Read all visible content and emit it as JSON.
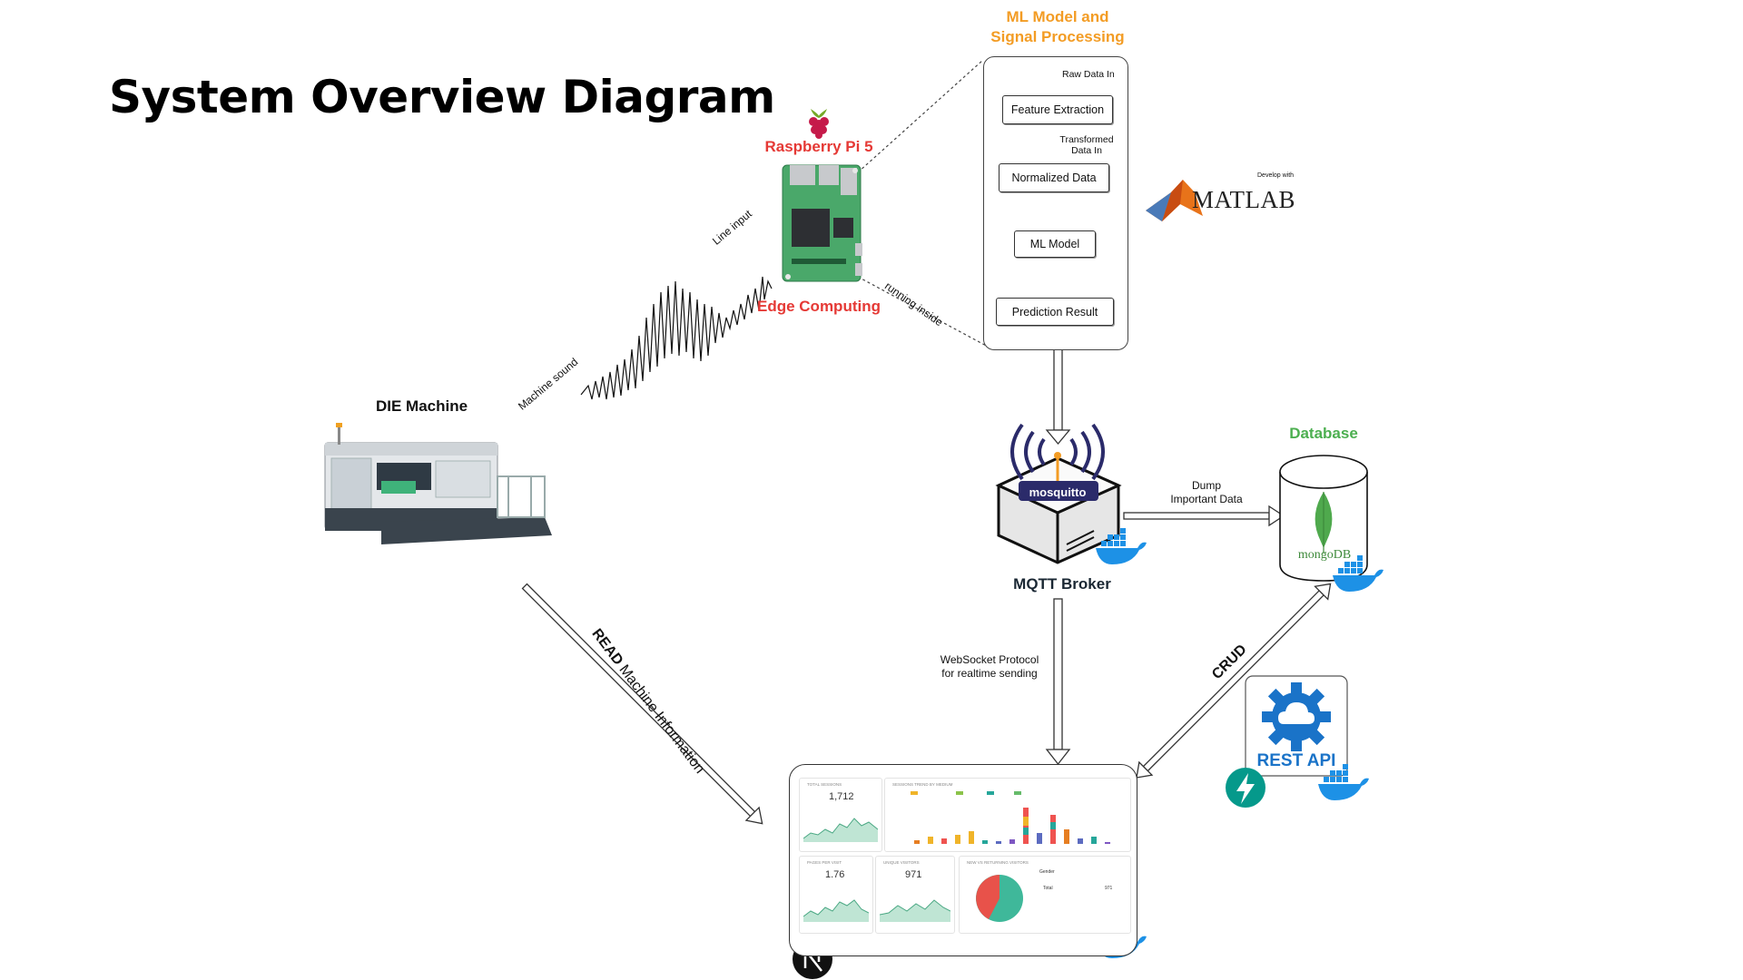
{
  "title": "System Overview Diagram",
  "ml_panel": {
    "heading_line1": "ML Model and",
    "heading_line2": "Signal Processing",
    "raw_data_in": "Raw Data In",
    "feature_extraction": "Feature Extraction",
    "transformed_line1": "Transformed",
    "transformed_line2": "Data In",
    "normalized_data": "Normalized Data",
    "ml_model": "ML Model",
    "prediction_result": "Prediction Result"
  },
  "matlab": {
    "caption": "Develop with",
    "wordmark": "MATLAB"
  },
  "raspberry": {
    "name": "Raspberry Pi 5",
    "role": "Edge Computing"
  },
  "edges": {
    "line_input": "Line input",
    "machine_sound": "Machine sound",
    "running_inside": "running inside",
    "dump_line1": "Dump",
    "dump_line2": "Important Data",
    "websocket_line1": "WebSocket Protocol",
    "websocket_line2": "for realtime sending",
    "crud": "CRUD",
    "read_bold": "READ",
    "read_rest": " Machine Information"
  },
  "die_machine": {
    "label": "DIE Machine"
  },
  "mqtt": {
    "logo_text": "mosquitto",
    "label": "MQTT Broker"
  },
  "database": {
    "label": "Database",
    "logo_text": "mongoDB"
  },
  "rest_api": {
    "label": "REST API"
  },
  "dashboard": {
    "card1": {
      "label": "Total Sessions",
      "value": "1,712"
    },
    "card2": {
      "label": "Sessions Trend by Medium"
    },
    "card3": {
      "label": "Pages per Visit",
      "value": "1.76"
    },
    "card4": {
      "label": "Unique Visitors",
      "value": "971"
    },
    "card5": {
      "label": "New vs Returning Visitors"
    },
    "gender_label": "Gender",
    "total_label": "Total",
    "total_value": "971"
  },
  "colors": {
    "red": "#e53935",
    "orange": "#f39c24",
    "green": "#4caf50",
    "docker_blue": "#1d91e6",
    "gear_blue": "#1a73c8",
    "fastapi_teal": "#05998b"
  }
}
